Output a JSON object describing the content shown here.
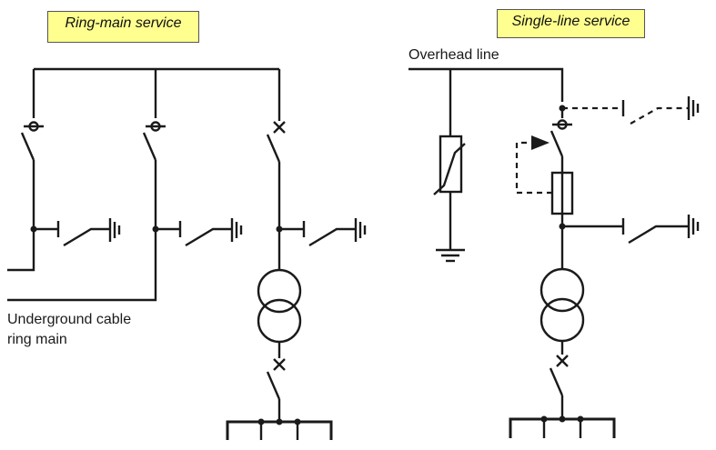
{
  "left_panel": {
    "title": "Ring-main service",
    "cable_label_line1": "Underground cable",
    "cable_label_line2": "ring main"
  },
  "right_panel": {
    "title": "Single-line service",
    "overhead_label": "Overhead line"
  },
  "colors": {
    "title_box_fill": "#ffff8f",
    "line": "#1a1a1a"
  }
}
